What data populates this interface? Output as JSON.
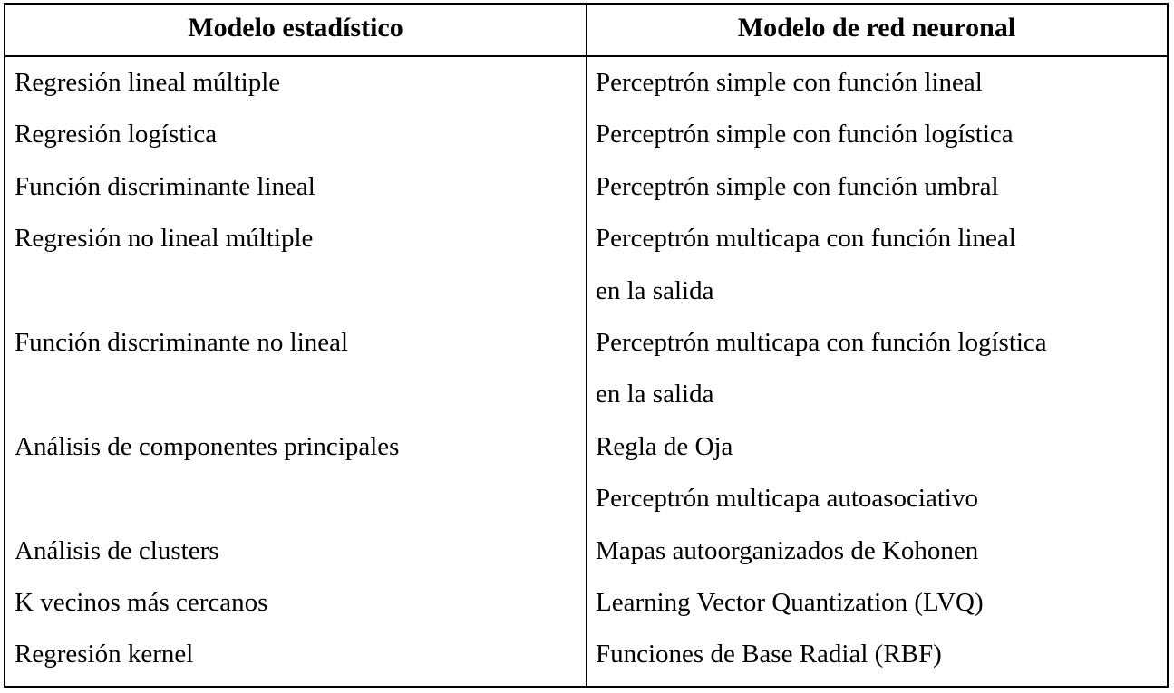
{
  "table": {
    "headers": [
      "Modelo estadístico",
      "Modelo de red neuronal"
    ],
    "rows": [
      [
        "Regresión lineal múltiple",
        "Perceptrón simple con función lineal"
      ],
      [
        "Regresión logística",
        "Perceptrón simple con función logística"
      ],
      [
        "Función discriminante lineal",
        "Perceptrón simple con función umbral"
      ],
      [
        "Regresión no lineal múltiple",
        "Perceptrón multicapa con función lineal"
      ],
      [
        "",
        "en la salida"
      ],
      [
        "Función discriminante no lineal",
        "Perceptrón multicapa con función logística"
      ],
      [
        "",
        "en la salida"
      ],
      [
        "Análisis de componentes principales",
        "Regla de Oja"
      ],
      [
        "",
        "Perceptrón multicapa autoasociativo"
      ],
      [
        "Análisis de clusters",
        "Mapas autoorganizados de Kohonen"
      ],
      [
        "K vecinos más cercanos",
        "Learning Vector Quantization (LVQ)"
      ],
      [
        "Regresión kernel",
        "Funciones de Base Radial (RBF)"
      ]
    ]
  }
}
